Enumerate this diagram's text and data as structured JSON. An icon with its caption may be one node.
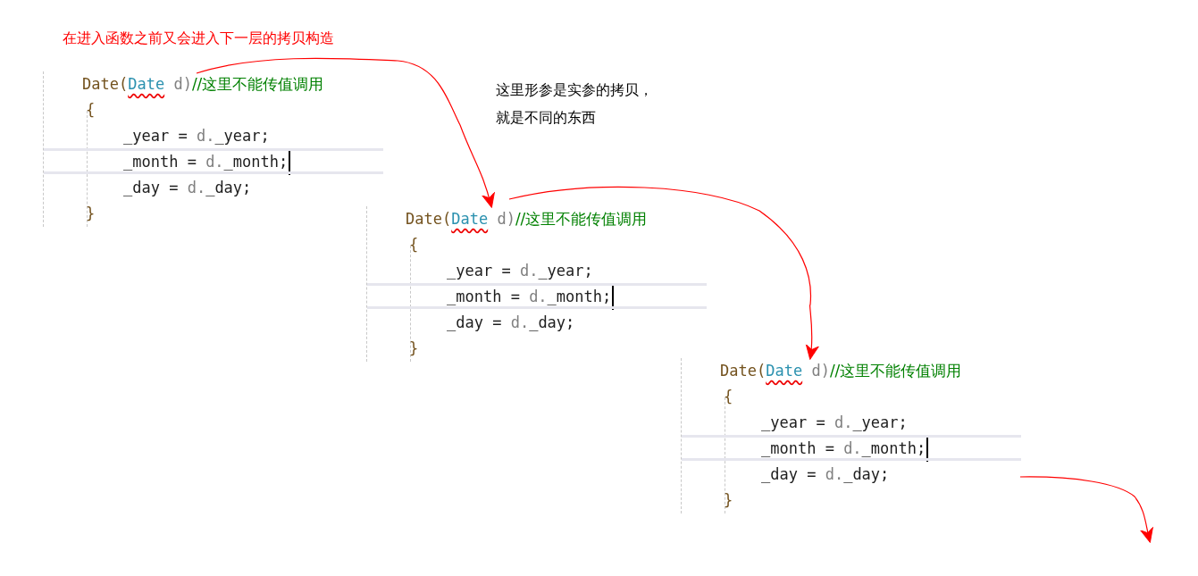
{
  "diagram": {
    "nodes": [
      {
        "text": [
          "Date(Date d)//这里不能传值调用",
          "{",
          "_year = d._year;",
          "_month = d._month;",
          "_day = d._day;",
          "}"
        ]
      },
      {
        "text": [
          "Date(Date d)//这里不能传值调用",
          "{",
          "_year = d._year;",
          "_month = d._month;",
          "_day = d._day;",
          "}"
        ]
      },
      {
        "text": [
          "Date(Date d)//这里不能传值调用",
          "{",
          "_year = d._year;",
          "_month = d._month;",
          "_day = d._day;",
          "}"
        ]
      }
    ],
    "edges": [
      {
        "from": 0,
        "to": 1,
        "arrow": "to"
      },
      {
        "from": 1,
        "to": 2,
        "arrow": "to"
      },
      {
        "from": 2,
        "to": null,
        "arrow": "to"
      }
    ],
    "labels": [
      "在进入函数之前又会进入下一层的拷贝构造",
      "这里形参是实参的拷贝，就是不同的东西"
    ]
  }
}
